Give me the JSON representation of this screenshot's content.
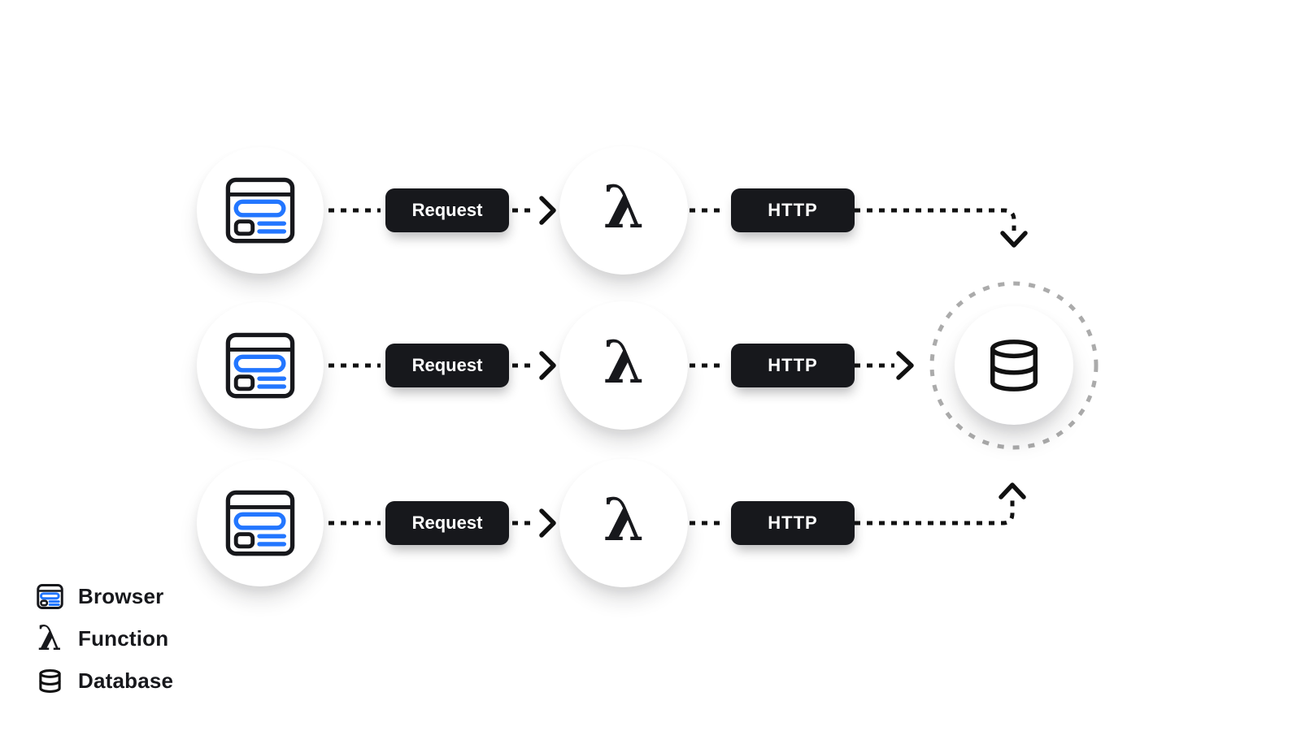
{
  "diagram": {
    "colors": {
      "accent_blue": "#2276ff",
      "node_dark": "#17181c",
      "arrow_black": "#111111",
      "dotted_ring_gray": "#ababab",
      "text_light": "#ffffff",
      "background": "#ffffff"
    },
    "flows": [
      {
        "source_icon": "browser-icon",
        "request_label": "Request",
        "lambda_symbol": "λ",
        "http_label": "HTTP",
        "target_icon": "database-icon"
      },
      {
        "source_icon": "browser-icon",
        "request_label": "Request",
        "lambda_symbol": "λ",
        "http_label": "HTTP",
        "target_icon": "database-icon"
      },
      {
        "source_icon": "browser-icon",
        "request_label": "Request",
        "lambda_symbol": "λ",
        "http_label": "HTTP",
        "target_icon": "database-icon"
      }
    ],
    "database_node": {
      "icon": "database-icon"
    },
    "legend": {
      "items": [
        {
          "icon": "browser-icon",
          "label": "Browser"
        },
        {
          "icon": "lambda-icon",
          "label": "Function",
          "symbol": "λ"
        },
        {
          "icon": "database-icon",
          "label": "Database"
        }
      ]
    }
  }
}
